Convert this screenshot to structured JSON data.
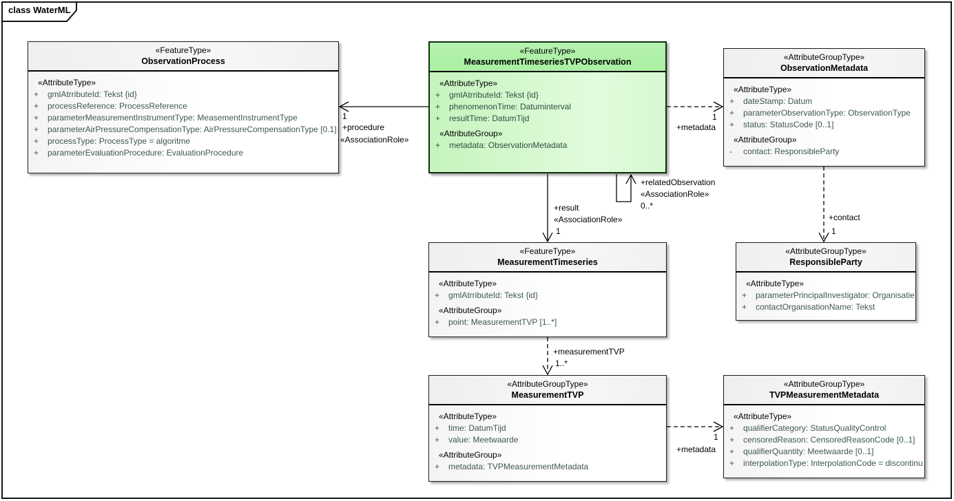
{
  "frame": {
    "title": "class WaterML"
  },
  "colors": {
    "highlight_class_header": "#aef0a8",
    "highlight_class_fill": "#c9f5c2",
    "header_fill": "#f0f0f0",
    "attribute_text": "#3e5752",
    "line_color": "#000000"
  },
  "boxes": {
    "op": {
      "stereotype": "«FeatureType»",
      "name": "ObservationProcess",
      "rows": [
        {
          "text": "«AttributeType»"
        },
        {
          "prefix": "+",
          "text": "gmlAtrributeId: Tekst {id}"
        },
        {
          "prefix": "+",
          "text": "processReference: ProcessReference"
        },
        {
          "prefix": "+",
          "text": "parameterMeasurementInstrumentType: MeasementInstrumentType"
        },
        {
          "prefix": "+",
          "text": "parameterAirPressureCompensationType: AirPressureCompensationType [0.1]"
        },
        {
          "prefix": "+",
          "text": "processType: ProcessType = algoritme"
        },
        {
          "prefix": "+",
          "text": "parameterEvaluationProcedure: EvaluationProcedure"
        }
      ]
    },
    "mto": {
      "stereotype": "«FeatureType»",
      "name": "MeasurementTimeseriesTVPObservation",
      "rows": [
        {
          "text": "«AttributeType»"
        },
        {
          "prefix": "+",
          "text": "gmlAtrributeId: Tekst {id}"
        },
        {
          "prefix": "+",
          "text": "phenomenonTime: Datuminterval"
        },
        {
          "prefix": "+",
          "text": "resultTime: DatumTijd"
        },
        {
          "text": "«AttributeGroup»"
        },
        {
          "prefix": "+",
          "text": "metadata: ObservationMetadata"
        }
      ]
    },
    "om": {
      "stereotype": "«AttributeGroupType»",
      "name": "ObservationMetadata",
      "rows": [
        {
          "text": "«AttributeType»"
        },
        {
          "prefix": "+",
          "text": "dateStamp: Datum"
        },
        {
          "prefix": "+",
          "text": "parameterObservationType: ObservationType"
        },
        {
          "prefix": "+",
          "text": "status: StatusCode [0..1]"
        },
        {
          "text": "«AttributeGroup»"
        },
        {
          "prefix": "-",
          "text": "contact: ResponsibleParty"
        }
      ]
    },
    "mt": {
      "stereotype": "«FeatureType»",
      "name": "MeasurementTimeseries",
      "rows": [
        {
          "text": "«AttributeType»"
        },
        {
          "prefix": "+",
          "text": "gmlAtrributeId: Tekst {id}"
        },
        {
          "text": "«AttributeGroup»"
        },
        {
          "prefix": "+",
          "text": "point: MeasurementTVP [1..*]"
        }
      ]
    },
    "rp": {
      "stereotype": "«AttributeGroupType»",
      "name": "ResponsibleParty",
      "rows": [
        {
          "text": "«AttributeType»"
        },
        {
          "prefix": "+",
          "text": "parameterPrincipalInvestigator: Organisatie"
        },
        {
          "prefix": "+",
          "text": "contactOrganisationName: Tekst"
        }
      ]
    },
    "tvp": {
      "stereotype": "«AttributeGroupType»",
      "name": "MeasurementTVP",
      "rows": [
        {
          "text": "«AttributeType»"
        },
        {
          "prefix": "+",
          "text": "time: DatumTijd"
        },
        {
          "prefix": "+",
          "text": "value: Meetwaarde"
        },
        {
          "text": "«AttributeGroup»"
        },
        {
          "prefix": "+",
          "text": "metadata: TVPMeasurementMetadata"
        }
      ]
    },
    "tvpm": {
      "stereotype": "«AttributeGroupType»",
      "name": "TVPMeasurementMetadata",
      "rows": [
        {
          "text": "«AttributeType»"
        },
        {
          "prefix": "+",
          "text": "qualifierCategory: StatusQualityControl"
        },
        {
          "prefix": "+",
          "text": "censoredReason: CensoredReasonCode [0..1]"
        },
        {
          "prefix": "+",
          "text": "qualifierQuantity: Meetwaarde [0..1]"
        },
        {
          "prefix": "+",
          "text": "interpolationType: InterpolationCode = discontinu"
        }
      ]
    }
  },
  "connectors": {
    "procedure": {
      "mult": "1",
      "role": "+procedure",
      "stereo": "«AssociationRole»"
    },
    "obs_metadata": {
      "mult": "1",
      "role": "+metadata"
    },
    "result": {
      "role": "+result",
      "stereo": "«AssociationRole»",
      "mult": "1"
    },
    "related_observation": {
      "role": "+relatedObservation",
      "stereo": "«AssociationRole»",
      "mult": "0..*"
    },
    "contact": {
      "role": "+contact",
      "mult": "1"
    },
    "measurement_tvp": {
      "role": "+measurementTVP",
      "mult": "1..*"
    },
    "tvp_metadata": {
      "mult": "1",
      "role": "+metadata"
    }
  }
}
